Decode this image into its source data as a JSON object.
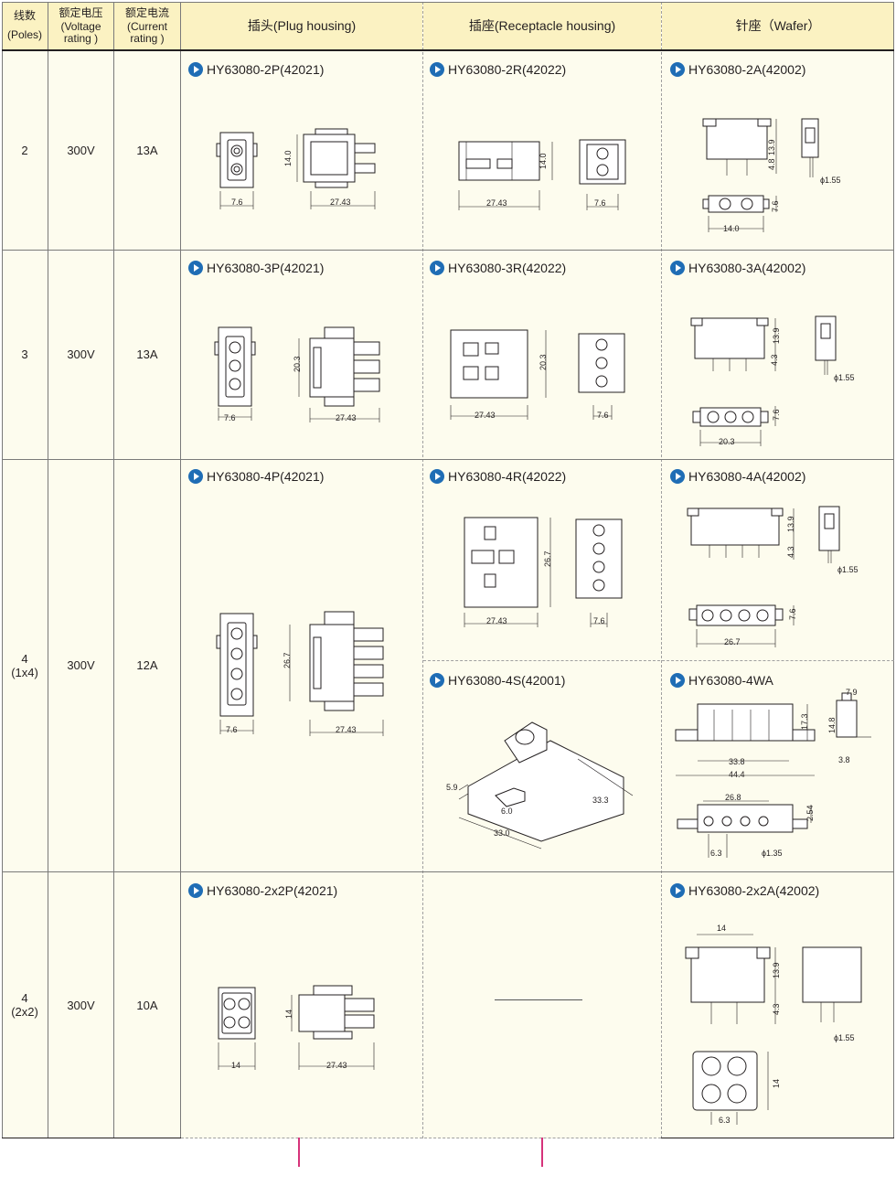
{
  "header": {
    "poles": "线数",
    "poles_en": "(Poles)",
    "voltage": "额定电压",
    "voltage_en_1": "(Voltage",
    "voltage_en_2": "rating )",
    "current": "额定电流",
    "current_en_1": "(Current",
    "current_en_2": "rating )",
    "plug": "插头(Plug housing)",
    "receptacle": "插座(Receptacle housing)",
    "wafer": "针座（Wafer）"
  },
  "rows": [
    {
      "poles": "2",
      "poles_sub": "",
      "voltage": "300V",
      "current": "13A",
      "plug": "HY63080-2P(42021)",
      "receptacle": "HY63080-2R(42022)",
      "wafer": "HY63080-2A(42002)"
    },
    {
      "poles": "3",
      "poles_sub": "",
      "voltage": "300V",
      "current": "13A",
      "plug": "HY63080-3P(42021)",
      "receptacle": "HY63080-3R(42022)",
      "wafer": "HY63080-3A(42002)"
    },
    {
      "poles": "4",
      "poles_sub": "(1x4)",
      "voltage": "300V",
      "current": "12A",
      "plug": "HY63080-4P(42021)",
      "receptacle": "HY63080-4R(42022)",
      "wafer": "HY63080-4A(42002)",
      "receptacle_2": "HY63080-4S(42001)",
      "wafer_2": "HY63080-4WA"
    },
    {
      "poles": "4",
      "poles_sub": "(2x2)",
      "voltage": "300V",
      "current": "10A",
      "plug": "HY63080-2x2P(42021)",
      "receptacle": "",
      "wafer": "HY63080-2x2A(42002)"
    }
  ],
  "dims": {
    "r1_plug_w": "7.6",
    "r1_plug_h": "14.0",
    "r1_plug_l": "27.43",
    "r1_rec_l": "27.43",
    "r1_rec_h": "14.0",
    "r1_rec_w": "7.6",
    "r1_waf_h1": "13.9",
    "r1_waf_h2": "4.8",
    "r1_waf_d": "ϕ1.55",
    "r1_waf_w": "7.6",
    "r1_waf_l": "14.0",
    "r2_plug_w": "7.6",
    "r2_plug_h": "20.3",
    "r2_plug_l": "27.43",
    "r2_rec_l": "27.43",
    "r2_rec_h": "20.3",
    "r2_rec_w": "7.6",
    "r2_waf_h1": "13.9",
    "r2_waf_h2": "4.3",
    "r2_waf_d": "ϕ1.55",
    "r2_waf_w": "7.6",
    "r2_waf_l": "20.3",
    "r3_plug_w": "7.6",
    "r3_plug_h": "26.7",
    "r3_plug_l": "27.43",
    "r3_rec_l": "27.43",
    "r3_rec_h": "26.7",
    "r3_rec_w": "7.6",
    "r3_waf_h1": "13.9",
    "r3_waf_h2": "4.3",
    "r3_waf_d": "ϕ1.55",
    "r3_waf_w": "7.6",
    "r3_waf_l": "26.7",
    "r3_s_a": "5.9",
    "r3_s_b": "6.0",
    "r3_s_c": "33.0",
    "r3_s_d": "33.3",
    "r3_wa_a": "7.9",
    "r3_wa_b": "14.8",
    "r3_wa_c": "17.3",
    "r3_wa_d": "3.8",
    "r3_wa_e": "33.8",
    "r3_wa_f": "44.4",
    "r3_wa_g": "26.8",
    "r3_wa_h": "2.54",
    "r3_wa_i": "6.3",
    "r3_wa_j": "ϕ1.35",
    "r4_plug_w": "14",
    "r4_plug_h": "14",
    "r4_plug_l": "27.43",
    "r4_waf_top": "14",
    "r4_waf_h1": "13.9",
    "r4_waf_h2": "4.3",
    "r4_waf_d": "ϕ1.55",
    "r4_waf_s": "14",
    "r4_waf_p": "6.3"
  }
}
